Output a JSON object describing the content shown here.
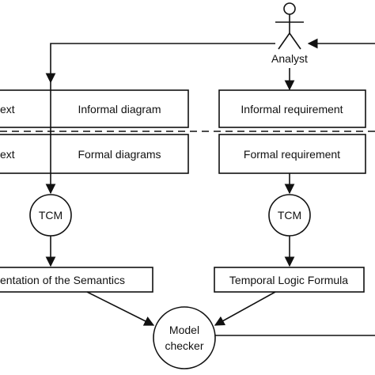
{
  "actor": {
    "label": "Analyst"
  },
  "boxes": {
    "left_top_fragment": "ext",
    "informal_diagram": "Informal diagram",
    "left_bottom_fragment": "ext",
    "formal_diagrams": "Formal diagrams",
    "informal_requirement": "Informal requirement",
    "formal_requirement": "Formal requirement",
    "semantics": "entation of the Semantics",
    "temporal_logic": "Temporal Logic Formula"
  },
  "nodes": {
    "tcm_left": "TCM",
    "tcm_right": "TCM",
    "model_checker_line1": "Model",
    "model_checker_line2": "checker"
  }
}
